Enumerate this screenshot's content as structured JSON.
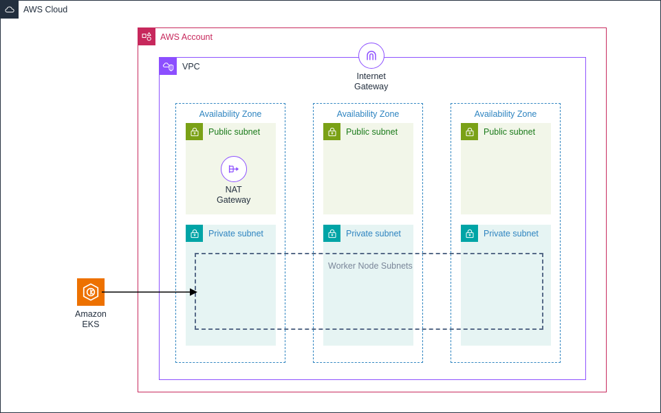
{
  "cloud": {
    "label": "AWS Cloud",
    "icon": "cloud-icon",
    "color": "#232F3E"
  },
  "account": {
    "label": "AWS Account",
    "icon": "aws-account-icon",
    "color": "#C7285C"
  },
  "vpc": {
    "label": "VPC",
    "icon": "vpc-icon",
    "color": "#8C4FFF"
  },
  "internet_gateway": {
    "label": "Internet\nGateway",
    "icon": "internet-gateway-icon",
    "color": "#8C4FFF"
  },
  "nat_gateway": {
    "label": "NAT\nGateway",
    "icon": "nat-gateway-icon",
    "color": "#8C4FFF"
  },
  "amazon_eks": {
    "label": "Amazon\nEKS",
    "icon": "amazon-eks-icon",
    "color": "#ED7100"
  },
  "worker_nodes": {
    "label": "Worker Node Subnets",
    "color": "#7A8699"
  },
  "availability_zones": [
    {
      "label": "Availability Zone",
      "public_subnet": {
        "label": "Public subnet",
        "icon": "lock-icon"
      },
      "private_subnet": {
        "label": "Private subnet",
        "icon": "lock-icon"
      }
    },
    {
      "label": "Availability Zone",
      "public_subnet": {
        "label": "Public subnet",
        "icon": "lock-icon"
      },
      "private_subnet": {
        "label": "Private subnet",
        "icon": "lock-icon"
      }
    },
    {
      "label": "Availability Zone",
      "public_subnet": {
        "label": "Public subnet",
        "icon": "lock-icon"
      },
      "private_subnet": {
        "label": "Private subnet",
        "icon": "lock-icon"
      }
    }
  ],
  "colors": {
    "cloud_navy": "#232F3E",
    "account_crimson": "#C7285C",
    "vpc_purple": "#8C4FFF",
    "az_blue": "#2E84C0",
    "public_green": "#7AA116",
    "public_text_green": "#1A7A1A",
    "private_teal": "#00A4A6",
    "eks_orange": "#ED7100",
    "worker_grey": "#556987",
    "public_fill": "#F2F6E9",
    "private_fill": "#E6F4F3"
  }
}
